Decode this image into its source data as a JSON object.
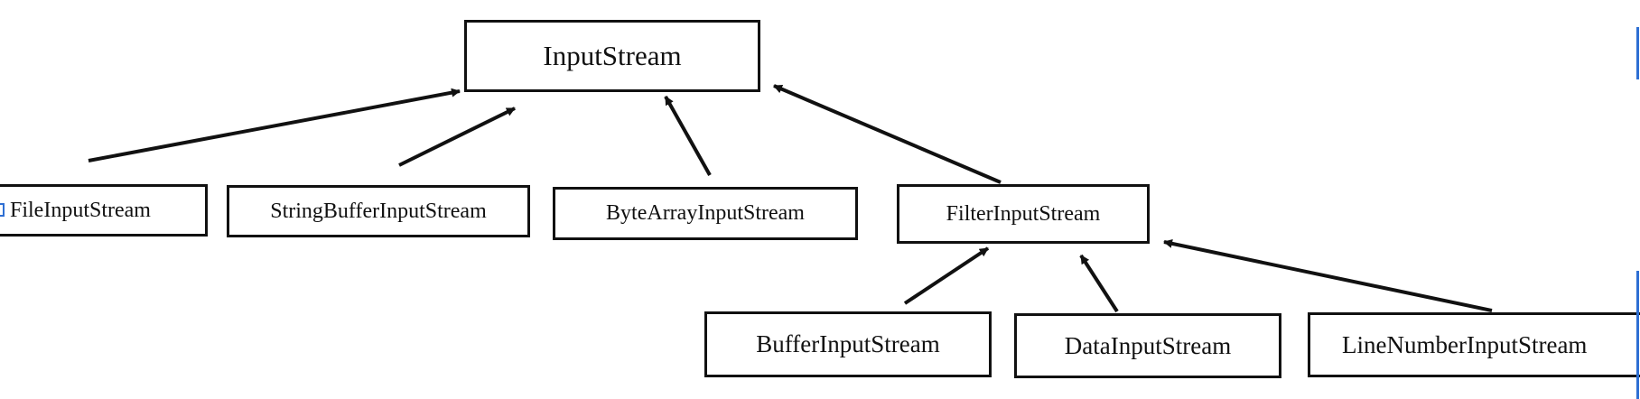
{
  "nodes": {
    "inputstream": "InputStream",
    "fileinputstream": "FileInputStream",
    "stringbufferinputstream": "StringBufferInputStream",
    "bytearrayinputstream": "ByteArrayInputStream",
    "filterinputstream": "FilterInputStream",
    "bufferinputstream": "BufferInputStream",
    "datainputstream": "DataInputStream",
    "linenumberinputstream": "LineNumberInputStream"
  },
  "edges": [
    {
      "from": "fileinputstream",
      "to": "inputstream"
    },
    {
      "from": "stringbufferinputstream",
      "to": "inputstream"
    },
    {
      "from": "bytearrayinputstream",
      "to": "inputstream"
    },
    {
      "from": "filterinputstream",
      "to": "inputstream"
    },
    {
      "from": "bufferinputstream",
      "to": "filterinputstream"
    },
    {
      "from": "datainputstream",
      "to": "filterinputstream"
    },
    {
      "from": "linenumberinputstream",
      "to": "filterinputstream"
    }
  ],
  "colors": {
    "line": "#111111",
    "marker": "#2e6fd3"
  }
}
